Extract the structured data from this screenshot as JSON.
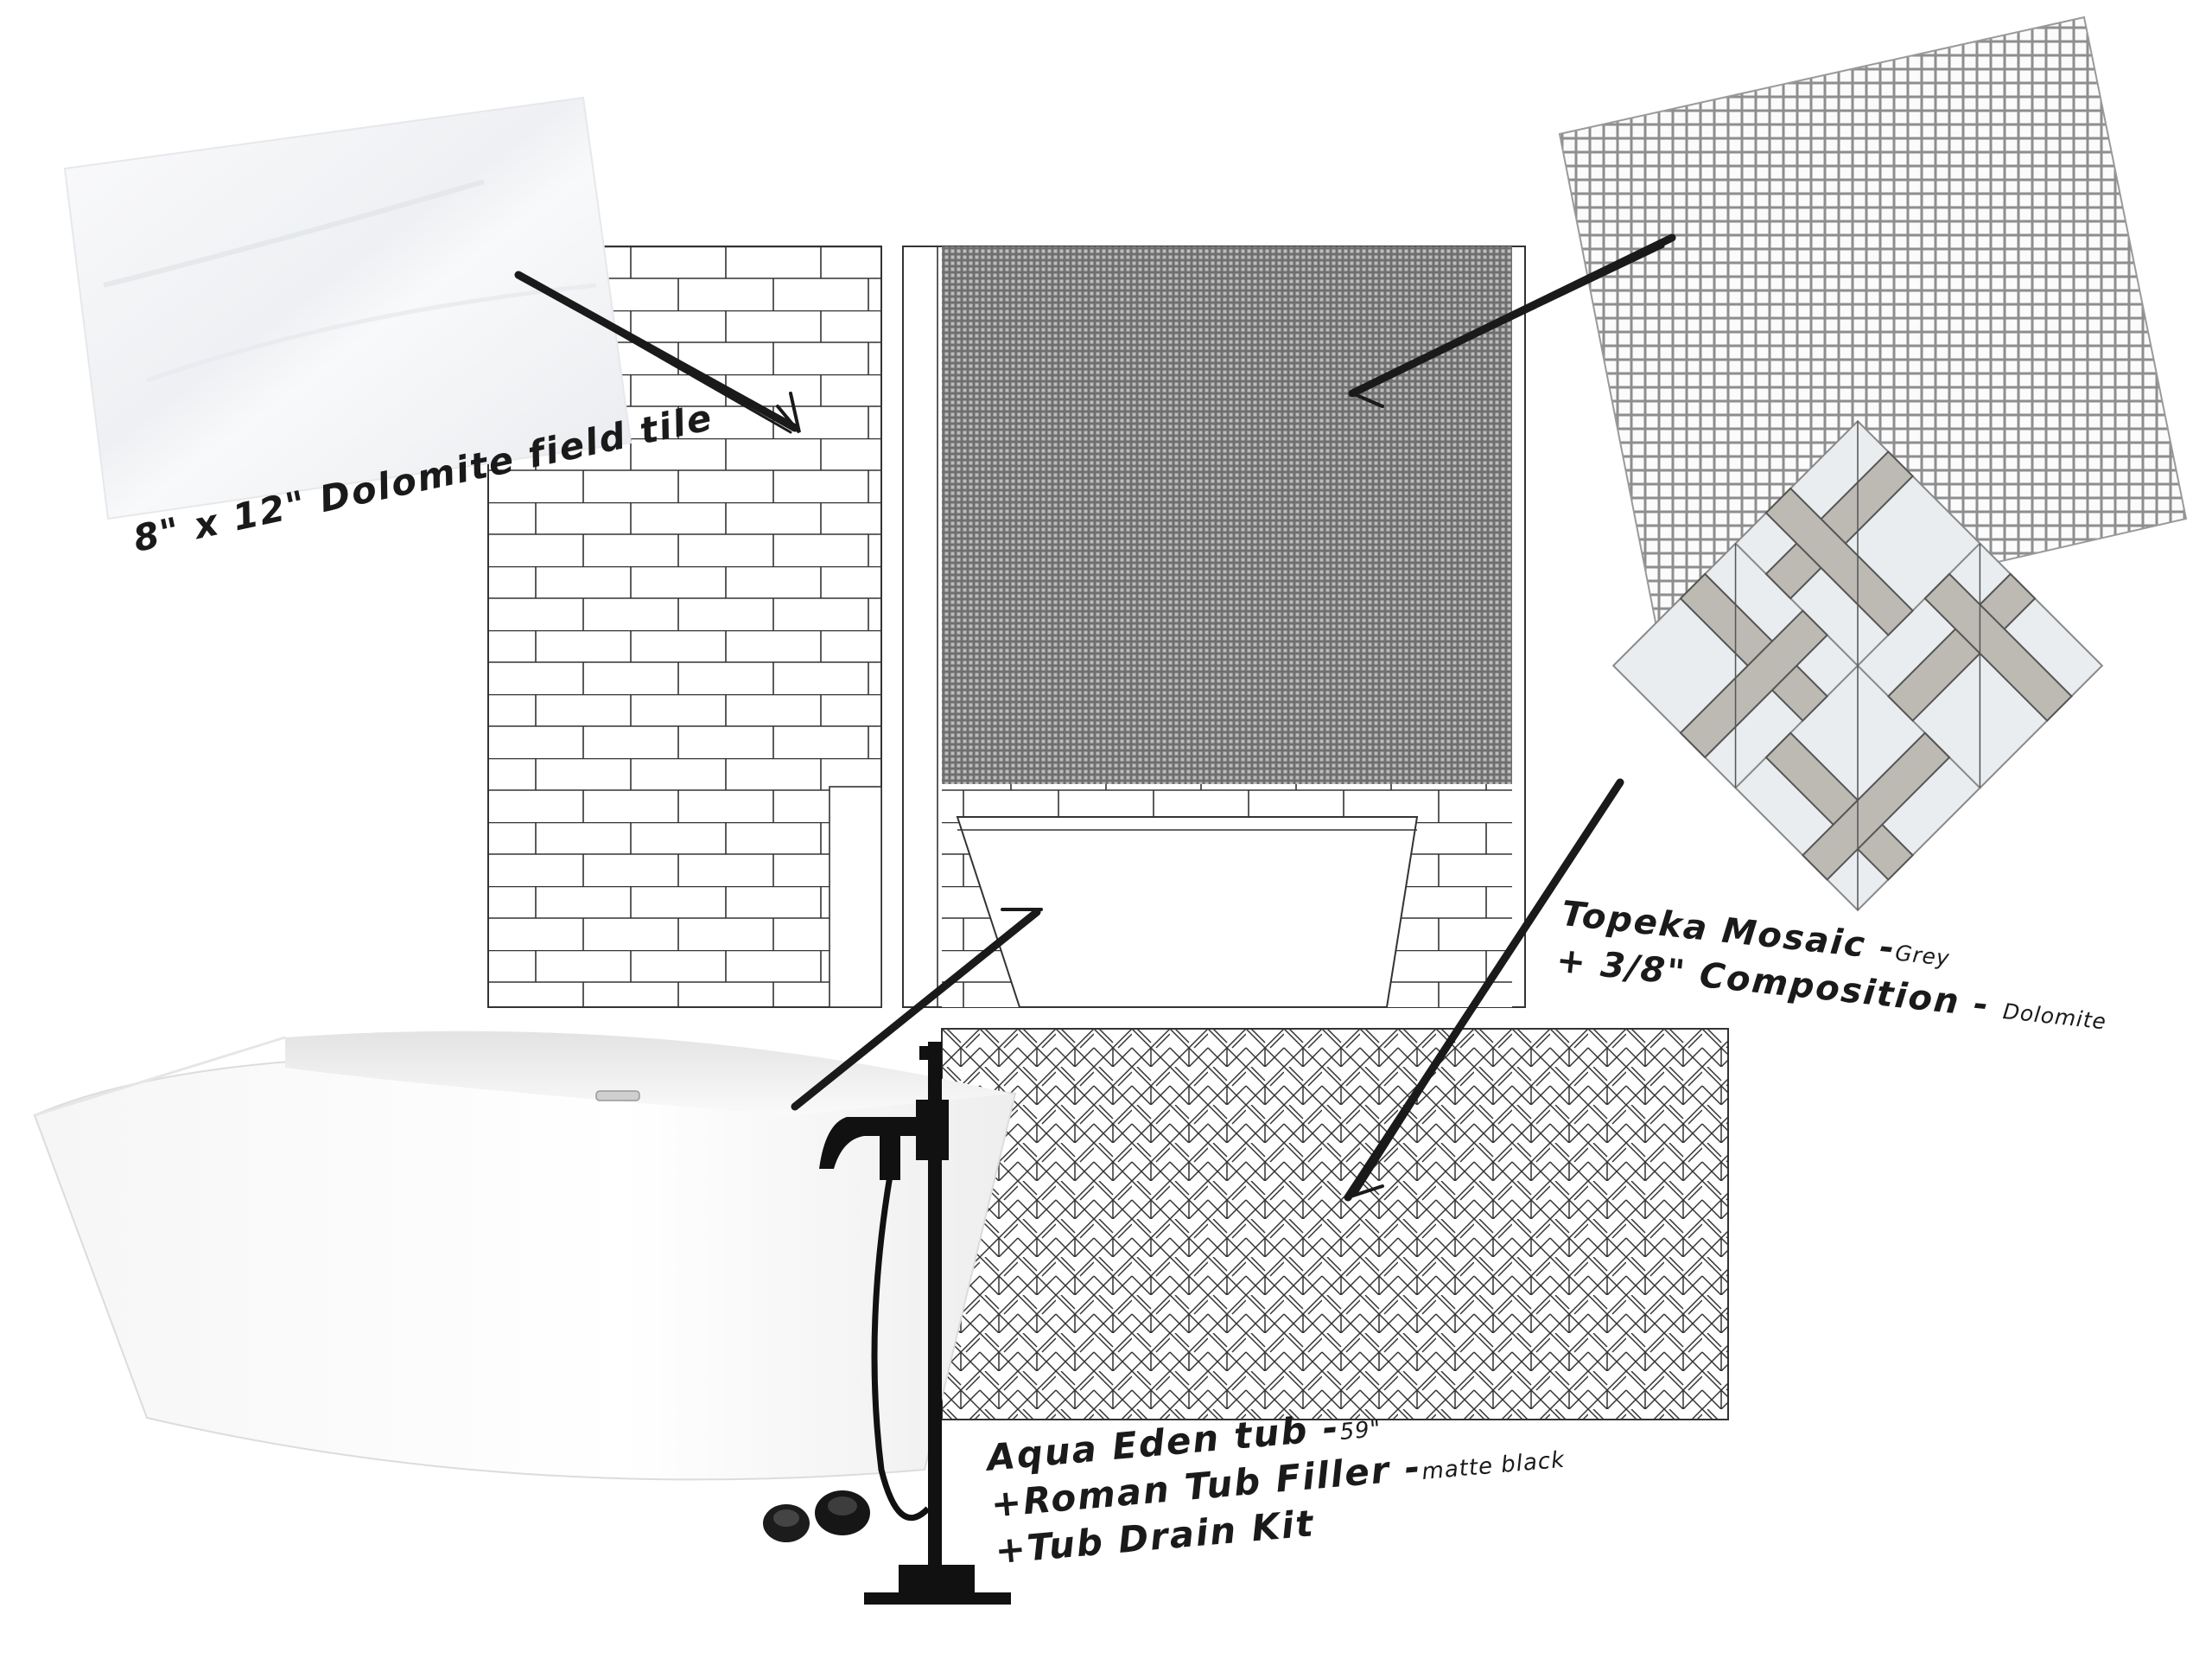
{
  "labels": {
    "field_tile": "8\" x 12\" Dolomite field tile",
    "mosaic_line1": "Topeka Mosaic -",
    "mosaic_line1_small": "Grey",
    "mosaic_line2": "+ 3/8\" Composition -",
    "mosaic_line2_small": "Dolomite",
    "tub_line1": "Aqua Eden tub -",
    "tub_line1_small": "59\"",
    "tub_line2": "+Roman Tub Filler -",
    "tub_line2_small": "matte black",
    "tub_line3": "+Tub Drain Kit"
  },
  "colors": {
    "background": "#ffffff",
    "ink": "#1a1a1a",
    "tile_white": "#f4f5f7",
    "marble_grey": "#bdbab4",
    "mosaic_white": "#e9edef",
    "fixture_black": "#111111"
  },
  "icons": [
    "field-tile-sample",
    "penny-mosaic-sheet",
    "topeka-mosaic-tile",
    "freestanding-tub",
    "tub-filler",
    "drain-kit"
  ]
}
